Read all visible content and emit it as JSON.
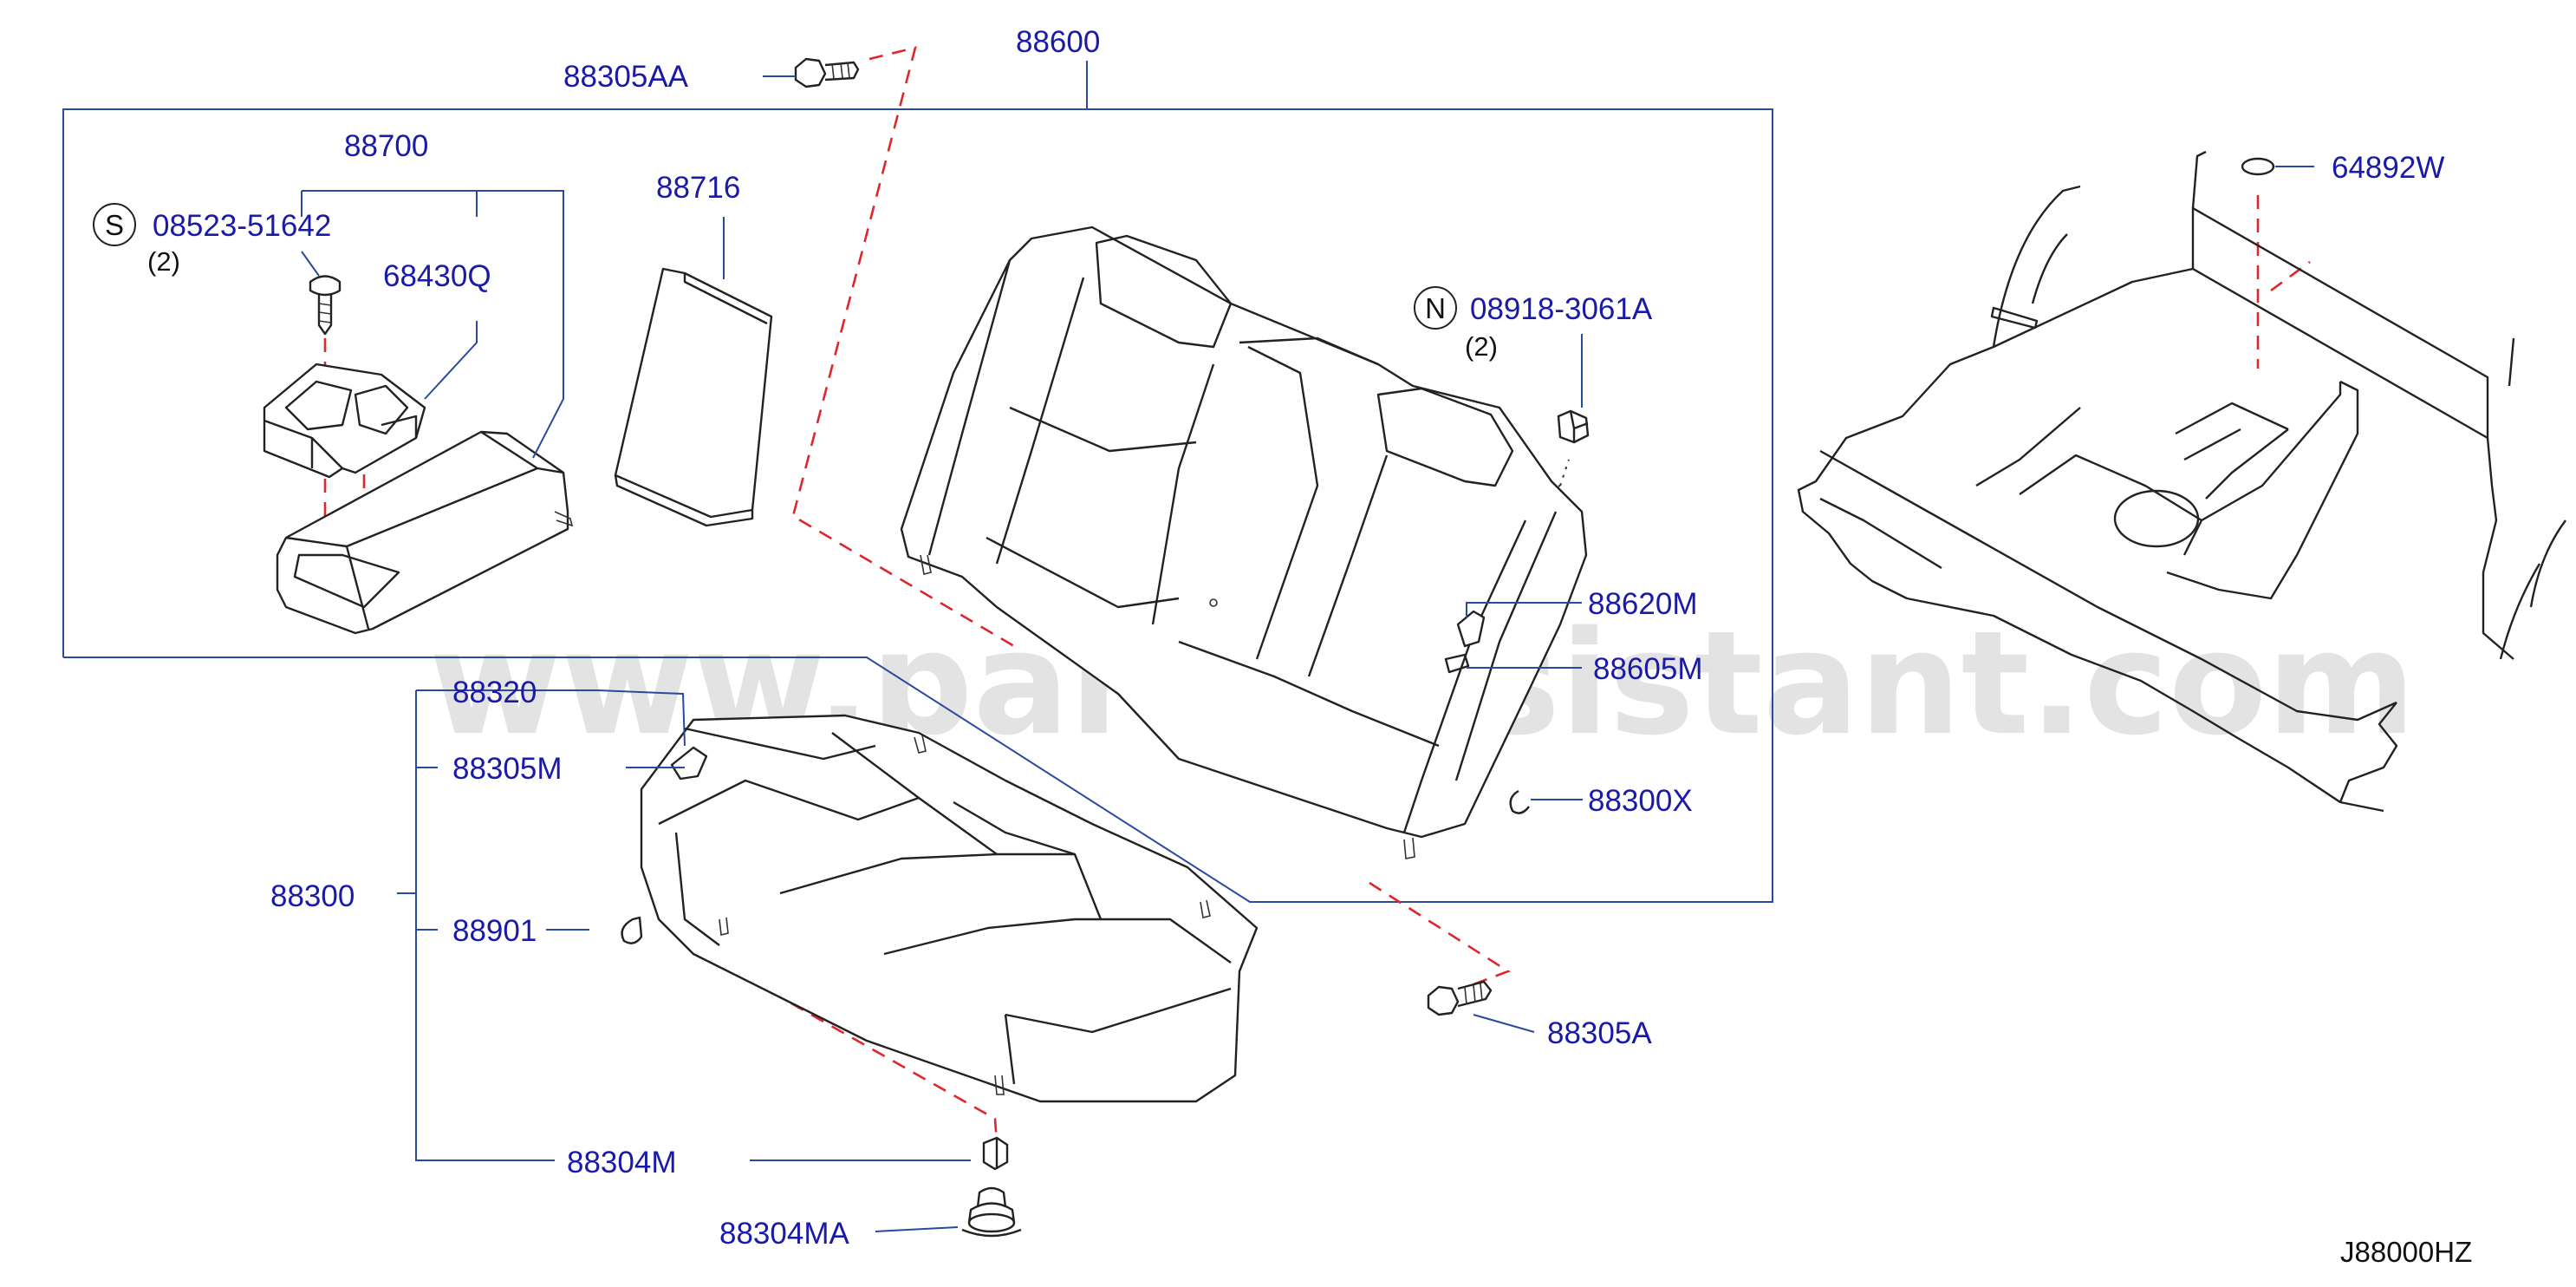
{
  "watermark": "www.partsassistant.com",
  "diagram_code": "J88000HZ",
  "callouts": {
    "p88305AA": "88305AA",
    "p88600": "88600",
    "p88700": "88700",
    "p08523": "08523-51642",
    "p08523_qty": "(2)",
    "p68430Q": "68430Q",
    "p88716": "88716",
    "p08918": "08918-3061A",
    "p08918_qty": "(2)",
    "p88620M": "88620M",
    "p88605M": "88605M",
    "p88300X": "88300X",
    "p88320": "88320",
    "p88305M": "88305M",
    "p88300": "88300",
    "p88901": "88901",
    "p88304M": "88304M",
    "p88304MA": "88304MA",
    "p88305A": "88305A",
    "p64892W": "64892W"
  },
  "symbols": {
    "screw": "S",
    "nut": "N"
  }
}
